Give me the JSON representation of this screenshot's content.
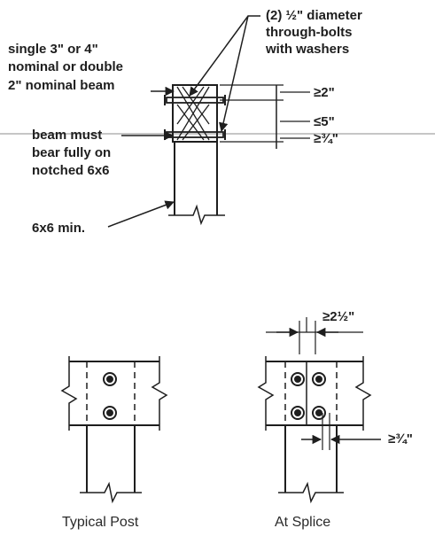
{
  "labels": {
    "bolts_line1": "(2) ½\" diameter",
    "bolts_line2": "through-bolts",
    "bolts_line3": "with washers",
    "beam_line1": "single 3\" or 4\"",
    "beam_line2": "nominal or double",
    "beam_line3": "2\" nominal beam",
    "bear_line1": "beam must",
    "bear_line2": "bear fully on",
    "bear_line3": "notched 6x6",
    "post_min": "6x6 min.",
    "dim_top": "≥2\"",
    "dim_middle": "≤5\"",
    "dim_bottom": "≥¾\"",
    "dim_splice_width": "≥2½\"",
    "dim_splice_edge": "≥¾\""
  },
  "captions": {
    "typical_post": "Typical Post",
    "at_splice": "At Splice"
  },
  "colors": {
    "ink": "#1e1e1e",
    "paper": "#ffffff",
    "guide_line": "#8c8c8c"
  }
}
